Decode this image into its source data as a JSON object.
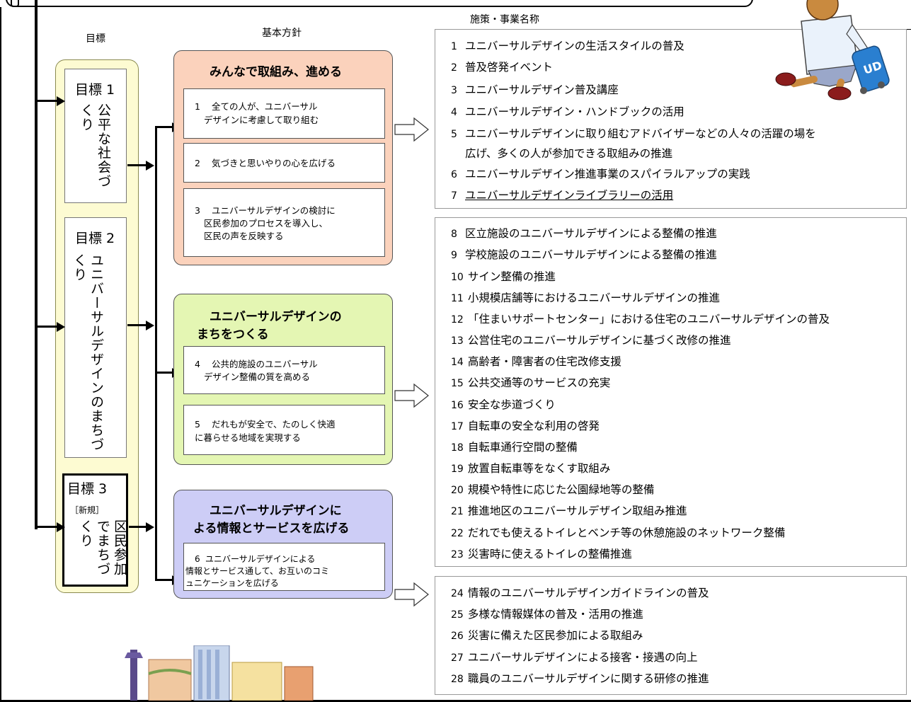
{
  "headers": {
    "goals": "目標",
    "policy": "基本方針",
    "measures": "施策・事業名称"
  },
  "goals": [
    {
      "title": "目標 1",
      "text": "公平な社会づくり",
      "tag": ""
    },
    {
      "title": "目標 2",
      "text": "ユニバーサルデザインのまちづくり",
      "tag": ""
    },
    {
      "title": "目標 3",
      "text": "区民参加でまちづくり",
      "tag": "［新規］"
    }
  ],
  "groups": [
    {
      "title_lines": [
        "みんなで取組み、進める"
      ],
      "color": "#fbd2bc",
      "policies": [
        {
          "num": "1",
          "lines": [
            "全ての人が、ユニバーサル",
            "デザインに考慮して取り組む"
          ]
        },
        {
          "num": "2",
          "lines": [
            "気づきと思いやりの心を広げる"
          ]
        },
        {
          "num": "3",
          "lines": [
            "ユニバーサルデザインの検討に",
            "区民参加のプロセスを導入し、",
            "区民の声を反映する"
          ]
        }
      ]
    },
    {
      "title_lines": [
        "ユニバーサルデザインの",
        "まちをつくる"
      ],
      "color": "#e4f6b3",
      "policies": [
        {
          "num": "4",
          "lines": [
            "公共的施設のユニバーサル",
            "デザイン整備の質を高める"
          ]
        },
        {
          "num": "5",
          "lines": [
            "だれもが安全で、たのしく快適",
            "に暮らせる地域を実現する"
          ]
        }
      ]
    },
    {
      "title_lines": [
        "ユニバーサルデザインに",
        "よる情報とサービスを広げる"
      ],
      "color": "#cdcdf6",
      "policies": [
        {
          "num": "6",
          "lines": [
            "ユニバーサルデザインによる",
            "情報とサービス通して、お互いのコミ",
            "ュニケーションを広げる"
          ]
        }
      ]
    }
  ],
  "measures": [
    [
      {
        "num": "1",
        "text": "ユニバーサルデザインの生活スタイルの普及"
      },
      {
        "num": "2",
        "text": "普及啓発イベント"
      },
      {
        "num": "3",
        "text": "ユニバーサルデザイン普及講座"
      },
      {
        "num": "4",
        "text": "ユニバーサルデザイン・ハンドブックの活用"
      },
      {
        "num": "5",
        "text": "ユニバーサルデザインに取り組むアドバイザーなどの人々の活躍の場を",
        "cont": "広げ、多くの人が参加できる取組みの推進"
      },
      {
        "num": "6",
        "text": "ユニバーサルデザイン推進事業のスパイラルアップの実践"
      },
      {
        "num": "7",
        "text": "ユニバーサルデザインライブラリーの活用"
      }
    ],
    [
      {
        "num": "8",
        "text": "区立施設のユニバーサルデザインによる整備の推進"
      },
      {
        "num": "9",
        "text": "学校施設のユニバーサルデザインによる整備の推進"
      },
      {
        "num": "10",
        "text": "サイン整備の推進"
      },
      {
        "num": "11",
        "text": "小規模店舗等におけるユニバーサルデザインの推進"
      },
      {
        "num": "12",
        "text": "「住まいサポートセンター」における住宅のユニバーサルデザインの普及"
      },
      {
        "num": "13",
        "text": "公営住宅のユニバーサルデザインに基づく改修の推進"
      },
      {
        "num": "14",
        "text": "高齢者・障害者の住宅改修支援"
      },
      {
        "num": "15",
        "text": "公共交通等のサービスの充実"
      },
      {
        "num": "16",
        "text": "安全な歩道づくり"
      },
      {
        "num": "17",
        "text": "自転車の安全な利用の啓発"
      },
      {
        "num": "18",
        "text": "自転車通行空間の整備"
      },
      {
        "num": "19",
        "text": "放置自転車等をなくす取組み"
      },
      {
        "num": "20",
        "text": "規模や特性に応じた公園緑地等の整備"
      },
      {
        "num": "21",
        "text": "推進地区のユニバーサルデザイン取組み推進"
      },
      {
        "num": "22",
        "text": "だれでも使えるトイレとベンチ等の休憩施設のネットワーク整備"
      },
      {
        "num": "23",
        "text": "災害時に使えるトイレの整備推進"
      }
    ],
    [
      {
        "num": "24",
        "text": "情報のユニバーサルデザインガイドラインの普及"
      },
      {
        "num": "25",
        "text": "多様な情報媒体の普及・活用の推進"
      },
      {
        "num": "26",
        "text": "災害に備えた区民参加による取組み"
      },
      {
        "num": "27",
        "text": "ユニバーサルデザインによる接客・接遇の向上"
      },
      {
        "num": "28",
        "text": "職員のユニバーサルデザインに関する研修の推進"
      }
    ]
  ],
  "mascot_badge": "UD"
}
